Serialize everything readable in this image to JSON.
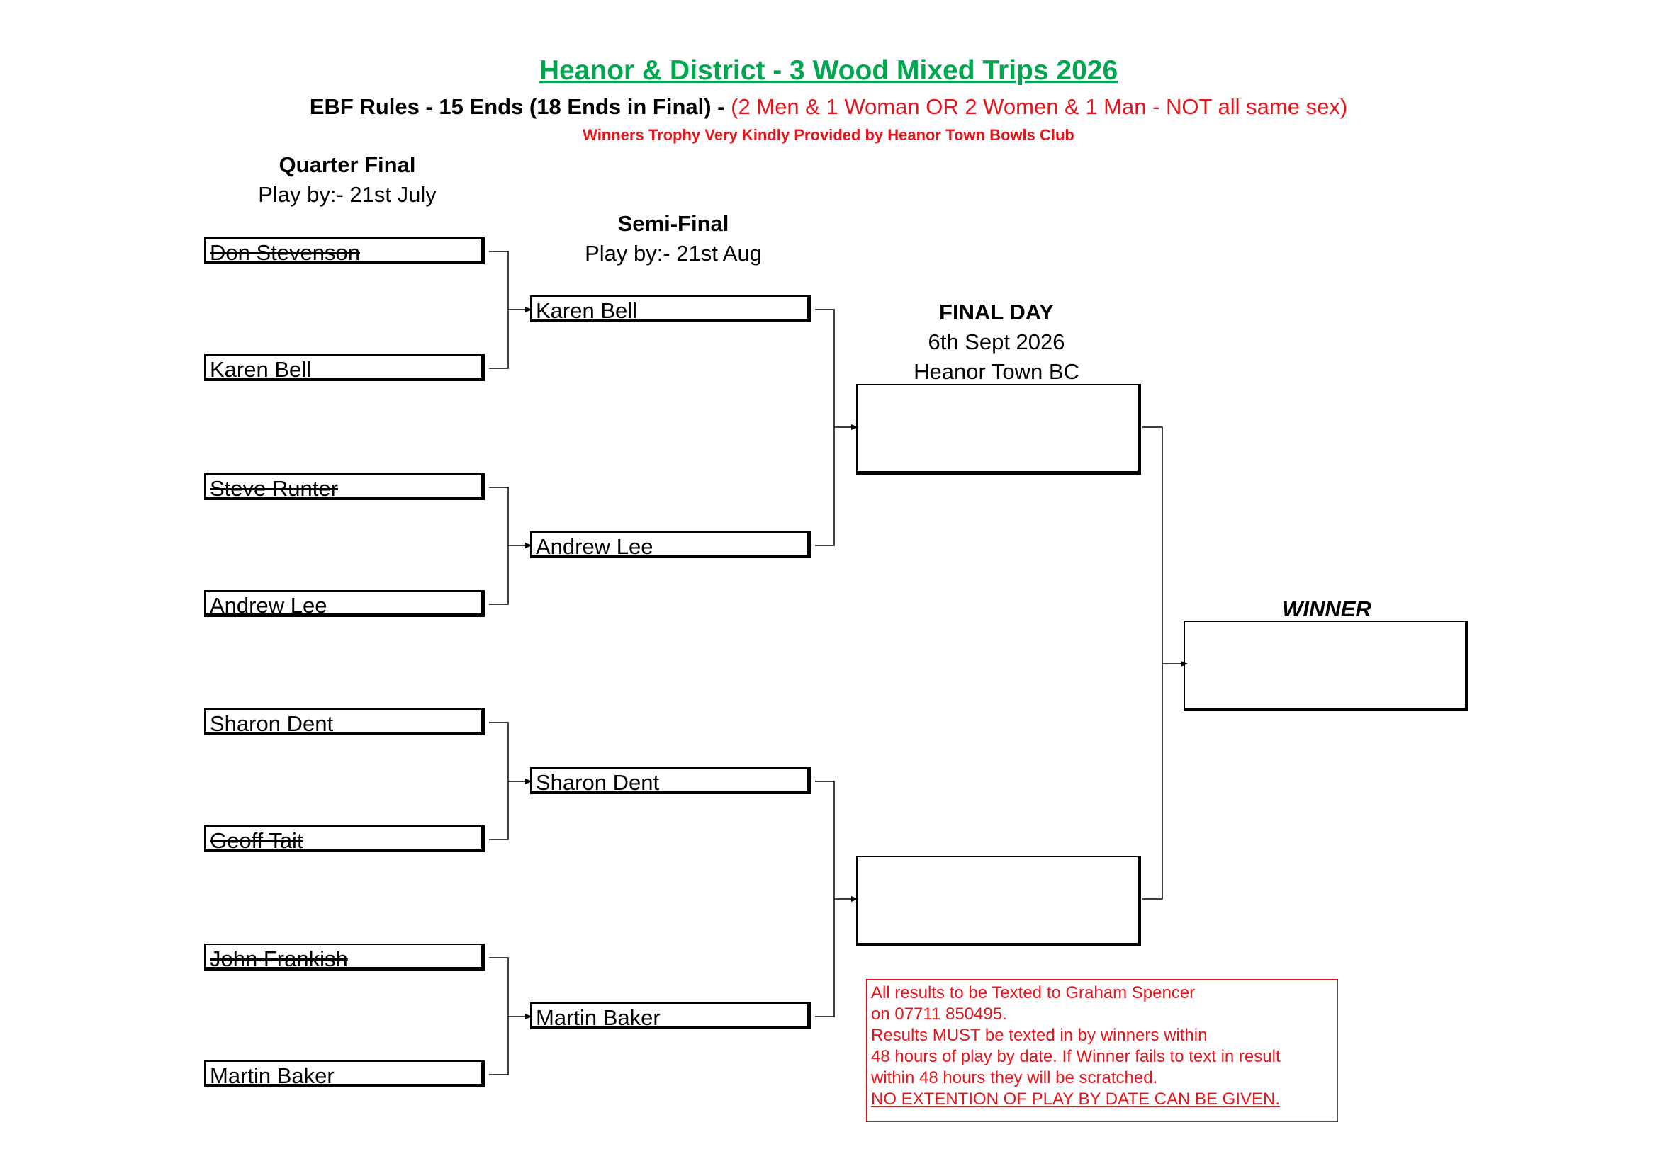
{
  "header": {
    "title": "Heanor & District - 3 Wood Mixed Trips 2026",
    "subtitle_bold": "EBF Rules - 15 Ends (18 Ends in Final) - ",
    "subtitle_red": "(2 Men & 1 Woman OR 2 Women & 1 Man - NOT all same sex)",
    "trophy": "Winners Trophy Very Kindly Provided by Heanor Town Bowls Club"
  },
  "rounds": {
    "quarter": {
      "heading": "Quarter Final",
      "play_by": "Play by:- 21st July"
    },
    "semi": {
      "heading": "Semi-Final",
      "play_by": "Play by:- 21st Aug"
    },
    "final": {
      "heading": "FINAL DAY",
      "date": "6th Sept 2026",
      "venue": "Heanor Town BC"
    },
    "winner": {
      "heading": "WINNER"
    }
  },
  "quarter_final": [
    {
      "name": "Don Stevenson",
      "eliminated": true
    },
    {
      "name": "Karen Bell",
      "eliminated": false
    },
    {
      "name": "Steve Runter",
      "eliminated": true
    },
    {
      "name": "Andrew Lee",
      "eliminated": false
    },
    {
      "name": "Sharon Dent",
      "eliminated": false
    },
    {
      "name": "Geoff Tait",
      "eliminated": true
    },
    {
      "name": "John Frankish",
      "eliminated": true
    },
    {
      "name": "Martin Baker",
      "eliminated": false
    }
  ],
  "semi_final": [
    {
      "name": "Karen Bell"
    },
    {
      "name": "Andrew Lee"
    },
    {
      "name": "Sharon Dent"
    },
    {
      "name": "Martin Baker"
    }
  ],
  "final": [
    {
      "name": ""
    },
    {
      "name": ""
    }
  ],
  "winner": {
    "name": ""
  },
  "notice": {
    "lines": [
      "All results to be Texted to Graham Spencer",
      "on 07711 850495.",
      "Results MUST be texted in by winners within",
      "48 hours of play by date. If Winner fails to text in result",
      "within 48 hours they will be scratched."
    ],
    "warning": "NO EXTENTION OF PLAY BY DATE CAN BE GIVEN."
  },
  "colors": {
    "title": "#00a650",
    "accent_red": "#e8141b"
  }
}
